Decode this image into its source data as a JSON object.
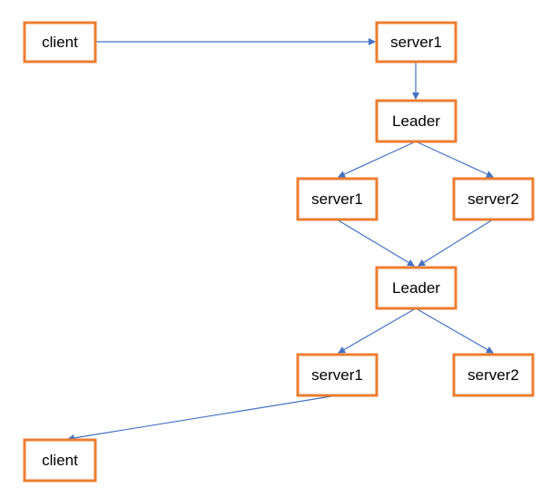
{
  "colors": {
    "node_border": "#ED7D31",
    "edge": "#4472C4",
    "text": "#000000",
    "background": "#ffffff"
  },
  "nodes": [
    {
      "id": "client-top",
      "label": "client"
    },
    {
      "id": "server1-top",
      "label": "server1"
    },
    {
      "id": "leader-1",
      "label": "Leader"
    },
    {
      "id": "server1-mid",
      "label": "server1"
    },
    {
      "id": "server2-mid",
      "label": "server2"
    },
    {
      "id": "leader-2",
      "label": "Leader"
    },
    {
      "id": "server1-bottom",
      "label": "server1"
    },
    {
      "id": "server2-bottom",
      "label": "server2"
    },
    {
      "id": "client-bottom",
      "label": "client"
    }
  ],
  "edges": [
    {
      "from": "client-top",
      "to": "server1-top"
    },
    {
      "from": "server1-top",
      "to": "leader-1"
    },
    {
      "from": "leader-1",
      "to": "server1-mid"
    },
    {
      "from": "leader-1",
      "to": "server2-mid"
    },
    {
      "from": "server1-mid",
      "to": "leader-2"
    },
    {
      "from": "server2-mid",
      "to": "leader-2"
    },
    {
      "from": "leader-2",
      "to": "server1-bottom"
    },
    {
      "from": "leader-2",
      "to": "server2-bottom"
    },
    {
      "from": "server1-bottom",
      "to": "client-bottom"
    }
  ]
}
